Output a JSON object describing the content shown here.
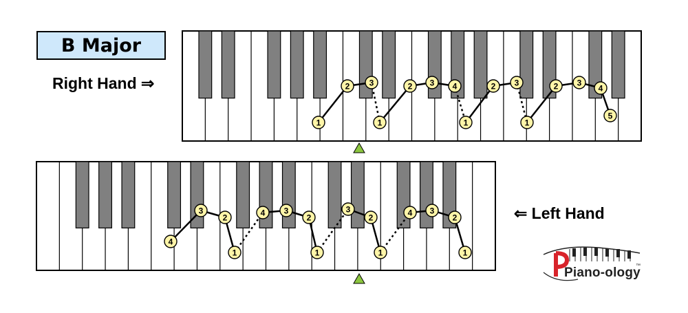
{
  "title": "B Major",
  "right_hand": {
    "label": "Right Hand ⇒",
    "fingers": [
      "1",
      "2",
      "3",
      "1",
      "2",
      "3",
      "4",
      "1",
      "2",
      "3",
      "1",
      "2",
      "3",
      "4",
      "5"
    ]
  },
  "left_hand": {
    "label": "⇐ Left Hand",
    "fingers": [
      "4",
      "3",
      "2",
      "1",
      "4",
      "3",
      "2",
      "1",
      "3",
      "2",
      "1",
      "4",
      "3",
      "2",
      "1"
    ]
  },
  "marker": "middle-c-marker",
  "colors": {
    "title_bg": "#cfe8fb",
    "finger_circle": "#fff5a8",
    "black_key": "#808080",
    "marker": "#8cc63f",
    "logo_red": "#d8232a"
  },
  "logo": {
    "text": "Piano-ology",
    "tm": "™"
  }
}
